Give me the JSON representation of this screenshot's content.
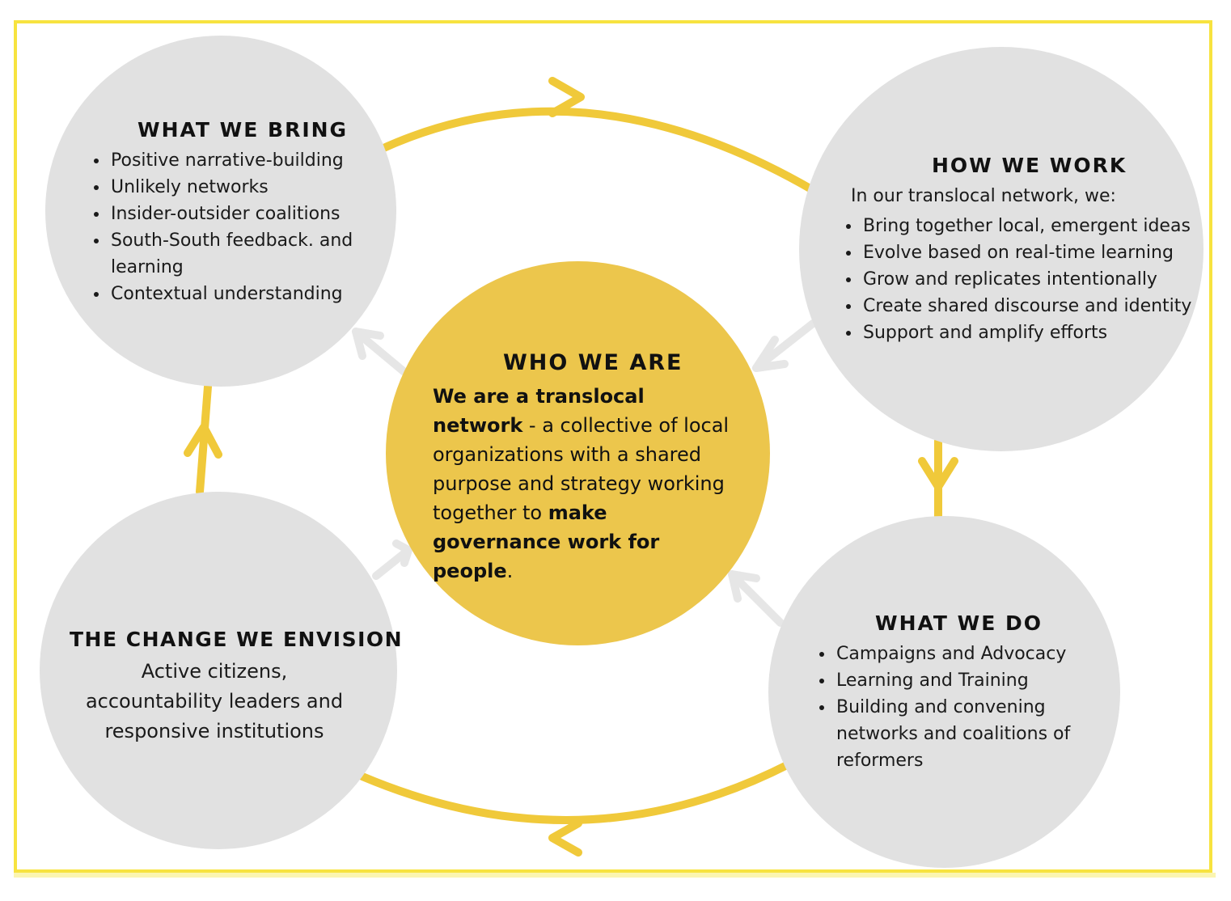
{
  "who_we_are": {
    "title": "WHO WE ARE",
    "bold_lead": "We are a translocal network",
    "text_1": " - a collective of local organizations with a shared purpose and strategy working together to ",
    "bold_end": "make governance work for people",
    "text_2": "."
  },
  "what_we_bring": {
    "title": "WHAT WE BRING",
    "items": [
      "Positive narrative-building",
      "Unlikely networks",
      "Insider-outsider coalitions",
      "South-South feedback. and learning",
      "Contextual understanding"
    ]
  },
  "how_we_work": {
    "title": "HOW WE WORK",
    "intro": "In our translocal network, we:",
    "items": [
      "Bring together local, emergent ideas",
      "Evolve based on real-time learning",
      "Grow and replicates intentionally",
      "Create shared discourse and identity",
      "Support and amplify efforts"
    ]
  },
  "what_we_do": {
    "title": "WHAT WE DO",
    "items": [
      "Campaigns and Advocacy",
      "Learning and Training",
      "Building  and convening networks and coalitions of reformers"
    ]
  },
  "change_we_envision": {
    "title": "THE CHANGE WE ENVISION",
    "text": "Active citizens, accountability leaders and responsive institutions"
  },
  "colors": {
    "accent": "#f0c93a",
    "circle": "#e1e1e1",
    "center": "#ecc64c",
    "border": "#f7e33f"
  }
}
